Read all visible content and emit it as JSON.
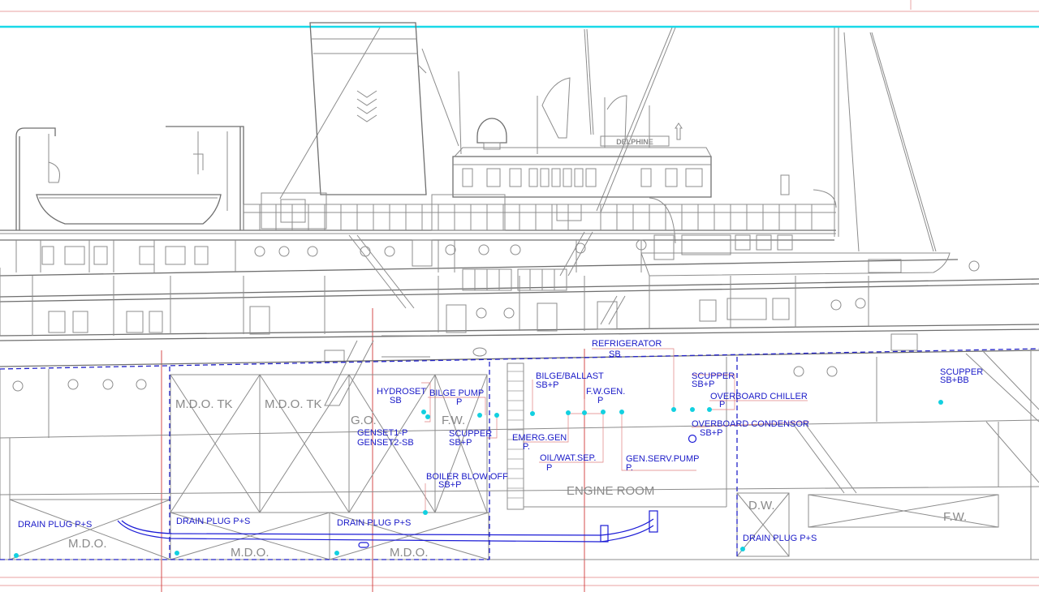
{
  "ship_name": "DELPHINE",
  "compartments": {
    "mdo_tk_1": "M.D.O. TK",
    "mdo_tk_2": "M.D.O. TK",
    "go": "G.O.",
    "fw": "F.W.",
    "engine_room": "ENGINE ROOM",
    "dw": "D.W.",
    "fw_aft": "F.W.",
    "mdo_1": "M.D.O.",
    "mdo_2": "M.D.O.",
    "mdo_3": "M.D.O."
  },
  "labels": {
    "refrigerator": "REFRIGERATOR",
    "refrigerator_sub": "SB",
    "hydroset": "HYDROSET",
    "hydroset_sub": "SB",
    "bilge_pump": "BILGE PUMP",
    "bilge_pump_sub": "P",
    "bilge_ballast": "BILGE/BALLAST",
    "bilge_ballast_sub": "SB+P",
    "fw_gen": "F.W.GEN.",
    "fw_gen_sub": "P",
    "scupper_1": "SCUPPER",
    "scupper_1_sub": "SB+P",
    "overboard_chiller": "OVERBOARD CHILLER",
    "overboard_chiller_sub": "P",
    "scupper_sbbb": "SCUPPER",
    "scupper_sbbb_sub": "SB+BB",
    "overboard_condensor": "OVERBOARD CONDENSOR",
    "overboard_condensor_sub": "SB+P",
    "genset1": "GENSET1-P",
    "genset2": "GENSET2-SB",
    "scupper_2": "SCUPPER",
    "scupper_2_sub": "SB+P",
    "emerg_gen": "EMERG.GEN",
    "emerg_gen_sub": "P.",
    "oil_wat_sep": "OIL/WAT.SEP.",
    "oil_wat_sep_sub": "P",
    "gen_serv_pump": "GEN.SERV.PUMP",
    "gen_serv_pump_sub": "P.",
    "boiler_blow_off": "BOILER BLOW OFF",
    "boiler_blow_off_sub": "SB+P",
    "drain_plug_1": "DRAIN PLUG P+S",
    "drain_plug_2": "DRAIN PLUG P+S",
    "drain_plug_3": "DRAIN PLUG P+S",
    "drain_plug_4": "DRAIN PLUG P+S"
  },
  "colors": {
    "annotation": "#1a1ac8",
    "marker": "#12d0e0",
    "drawing": "#8c8c8c",
    "gridline": "#d23b3b",
    "horizon": "#19d9e8"
  }
}
